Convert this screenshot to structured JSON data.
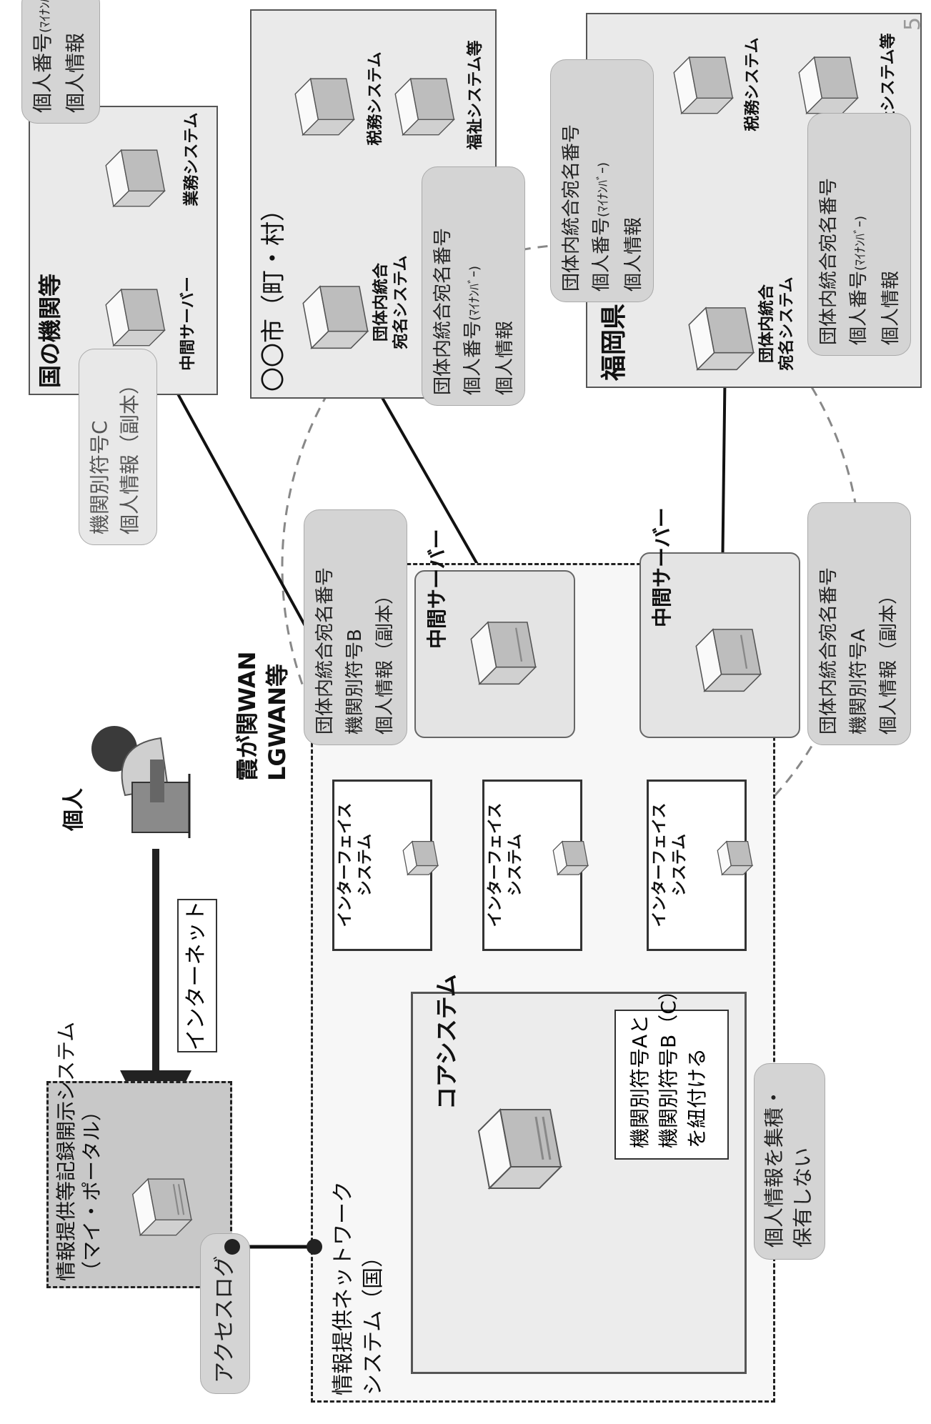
{
  "page_number": "5",
  "core_network": {
    "title_line1": "情報提供ネットワーク",
    "title_line2": "システム（国）",
    "core_title": "コアシステム",
    "link_line1": "機関別符号Aと",
    "link_line2": "機関別符号B（C）",
    "link_line3": "を紐付ける",
    "no_store_line1": "個人情報を集積・",
    "no_store_line2": "保有しない"
  },
  "portal": {
    "title_line1": "情報提供等記録開示システム",
    "title_line2": "（マイ・ポータル）",
    "access_log": "アクセスログ"
  },
  "person": {
    "label": "個人",
    "internet": "インターネット"
  },
  "wan": {
    "line1": "霞が関WAN",
    "line2": "LGWAN等"
  },
  "interface_systems": [
    {
      "line1": "インターフェイス",
      "line2": "システム"
    },
    {
      "line1": "インターフェイス",
      "line2": "システム"
    },
    {
      "line1": "インターフェイス",
      "line2": "システム"
    }
  ],
  "middle_servers": {
    "b_label": "中間サーバー",
    "a_label": "中間サーバー",
    "b_callout": [
      "団体内統合宛名番号",
      "機関別符号B",
      "個人情報（副本）"
    ],
    "a_callout": [
      "団体内統合宛名番号",
      "機関別符号A",
      "個人情報（副本）"
    ]
  },
  "national": {
    "title": "国の機関等",
    "server_label": "中間サーバー",
    "business_label": "業務システム",
    "top_callout_line1": "個人番号",
    "top_callout_line1_small": "(ﾏｲﾅﾝﾊﾞｰ)",
    "top_callout_line2": "個人情報",
    "c_callout": [
      "機関別符号C",
      "個人情報（副本）"
    ]
  },
  "city": {
    "title": "〇〇市（町・村）",
    "hub_label_line1": "団体内統合",
    "hub_label_line2": "宛名システム",
    "tax_label": "税務システム",
    "welfare_label": "福祉システム等",
    "callout_line1": "団体内統合宛名番号",
    "callout_line2": "個人番号",
    "callout_line2_small": "(ﾏｲﾅﾝﾊﾞｰ)",
    "callout_line3": "個人情報"
  },
  "prefecture": {
    "title": "福岡県",
    "hub_label_line1": "団体内統合",
    "hub_label_line2": "宛名システム",
    "tax_label": "税務システム",
    "welfare_label": "福祉システム等",
    "tax_callout_line1": "団体内統合宛名番号",
    "tax_callout_line2": "個人番号",
    "tax_callout_line2_small": "(ﾏｲﾅﾝﾊﾞｰ)",
    "tax_callout_line3": "個人情報",
    "welfare_callout_line1": "団体内統合宛名番号",
    "welfare_callout_line2": "個人番号",
    "welfare_callout_line2_small": "(ﾏｲﾅﾝﾊﾞｰ)",
    "welfare_callout_line3": "個人情報"
  },
  "colors": {
    "panel_gray": "#eaeaea",
    "portal_gray": "#c8c8c8",
    "callout_gray": "#d4d4d4",
    "line": "#111111"
  },
  "icons": {
    "server": "server-tower-icon",
    "person": "person-at-computer-icon",
    "junction": "junction-dot-icon",
    "arrow": "down-arrow-icon"
  }
}
